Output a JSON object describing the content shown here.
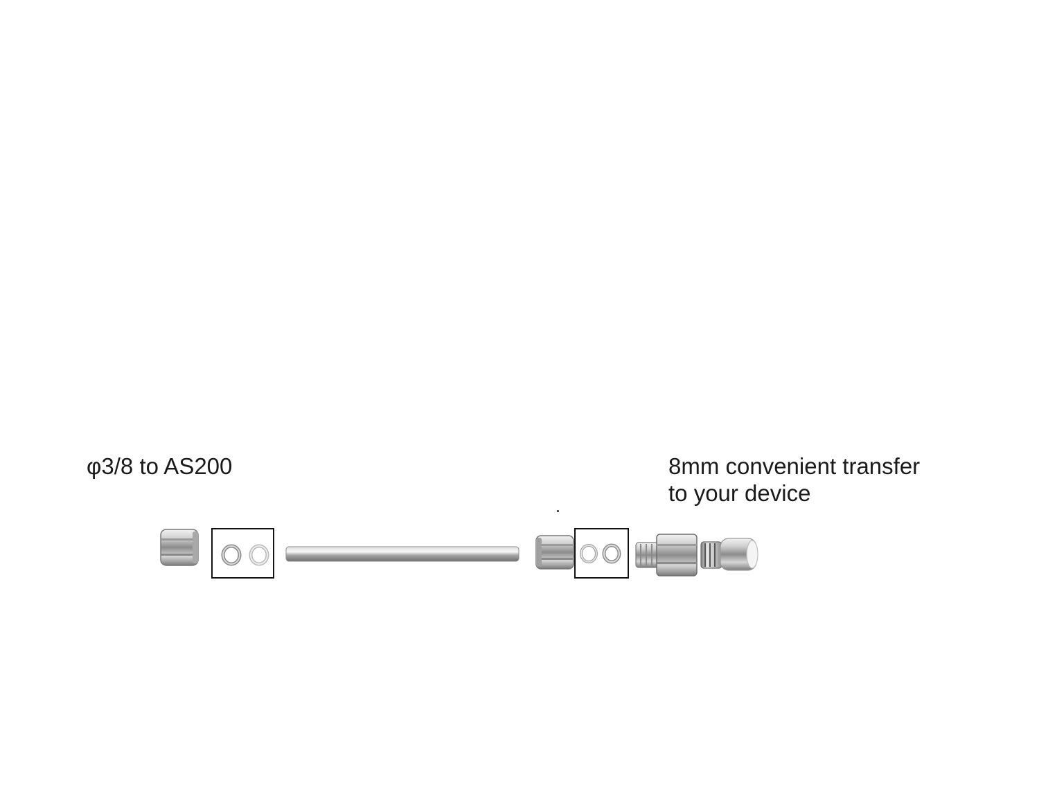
{
  "labels": {
    "left": "φ3/8 to AS200",
    "right_line1": "8mm convenient transfer",
    "right_line2": "to your device"
  },
  "colors": {
    "metal_light": "#e9e9e9",
    "metal_mid": "#b4b4b4",
    "metal_dark": "#6a6a6a",
    "frame": "#111111",
    "text": "#1a1a1a"
  },
  "parts": [
    {
      "id": "nut-left",
      "icon": "hex-nut-icon"
    },
    {
      "id": "ferrule-box-left",
      "icon": "ferrule-pair-icon"
    },
    {
      "id": "tube",
      "icon": "steel-tube-icon"
    },
    {
      "id": "nut-right",
      "icon": "hex-nut-icon"
    },
    {
      "id": "ferrule-box-right",
      "icon": "ferrule-pair-icon"
    },
    {
      "id": "adapter",
      "icon": "reducer-adapter-icon"
    },
    {
      "id": "push-fitting",
      "icon": "push-in-fitting-icon"
    }
  ]
}
